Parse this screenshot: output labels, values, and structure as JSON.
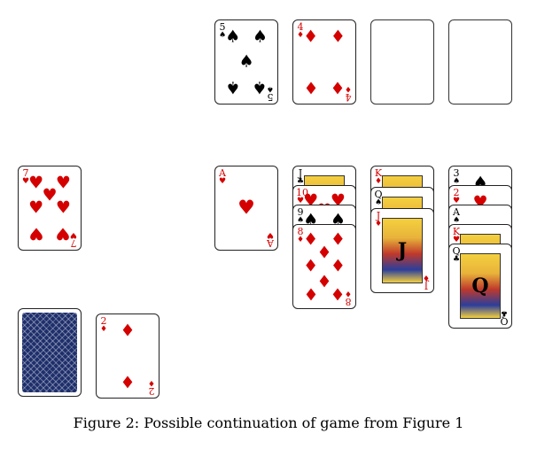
{
  "caption": "Figure 2: Possible continuation of game from Figure 1",
  "suit_symbols": {
    "spades": "♠",
    "hearts": "♥",
    "diamonds": "♦",
    "clubs": "♣"
  },
  "colors": {
    "red": "#d40000",
    "black": "#000000",
    "card_back": "#1e2f6b"
  },
  "foundations": [
    {
      "rank": "5",
      "suit": "spades"
    },
    {
      "rank": "4",
      "suit": "diamonds"
    },
    null,
    null
  ],
  "stock": {
    "face_down": true
  },
  "waste": {
    "rank": "2",
    "suit": "diamonds"
  },
  "tableau": [
    [
      {
        "rank": "7",
        "suit": "hearts"
      }
    ],
    [],
    [
      {
        "rank": "A",
        "suit": "hearts"
      }
    ],
    [
      {
        "rank": "J",
        "suit": "clubs"
      },
      {
        "rank": "10",
        "suit": "hearts"
      },
      {
        "rank": "9",
        "suit": "spades"
      },
      {
        "rank": "8",
        "suit": "diamonds"
      }
    ],
    [
      {
        "rank": "K",
        "suit": "diamonds"
      },
      {
        "rank": "Q",
        "suit": "spades"
      },
      {
        "rank": "J",
        "suit": "diamonds"
      }
    ],
    [
      {
        "rank": "3",
        "suit": "spades"
      },
      {
        "rank": "2",
        "suit": "hearts"
      },
      {
        "rank": "A",
        "suit": "spades"
      },
      {
        "rank": "K",
        "suit": "hearts"
      },
      {
        "rank": "Q",
        "suit": "clubs"
      }
    ]
  ]
}
